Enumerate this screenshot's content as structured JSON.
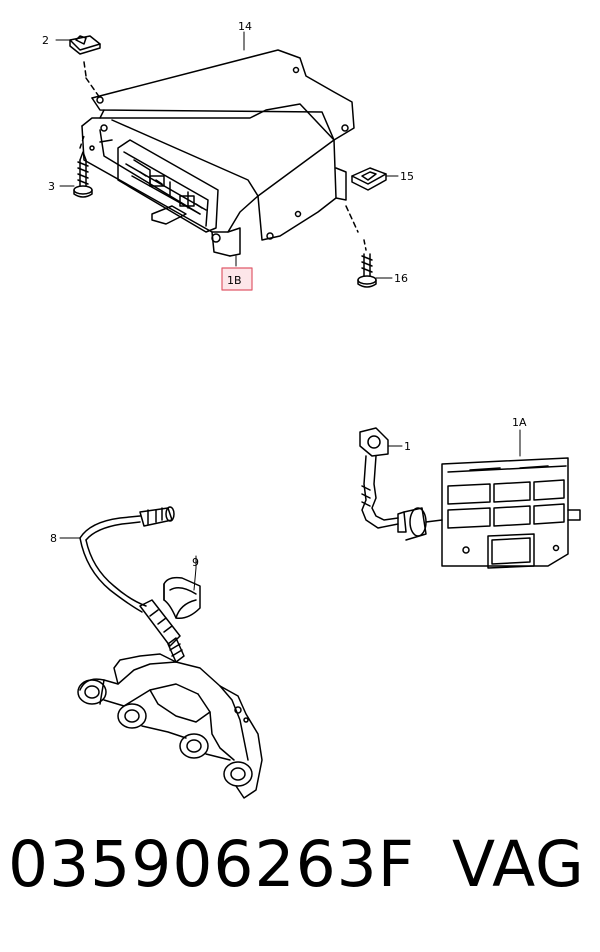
{
  "diagram": {
    "callouts": {
      "c2": "2",
      "c14": "14",
      "c3": "3",
      "c15": "15",
      "c1b": "1B",
      "c16": "16",
      "c1": "1",
      "c1a": "1A",
      "c8": "8",
      "c9": "9"
    },
    "highlight_color": "#e05a6a"
  },
  "footer": {
    "part_number": "035906263F",
    "brand": "VAG"
  }
}
